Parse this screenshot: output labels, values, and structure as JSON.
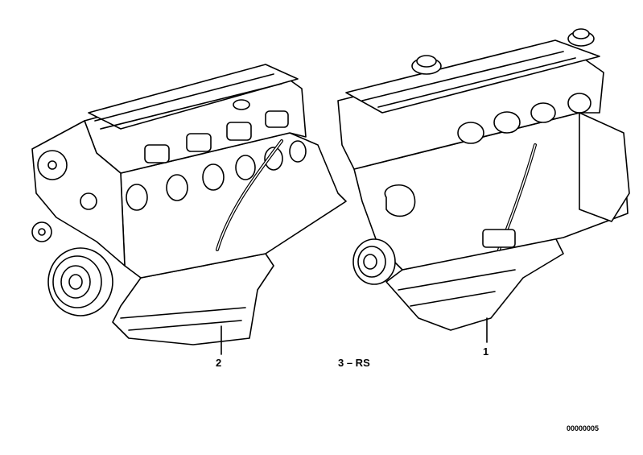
{
  "callouts": {
    "part_1": "1",
    "part_2": "2",
    "part_3": "3 – RS"
  },
  "catalog_number": "00000005",
  "colors": {
    "line": "#000000",
    "background": "#ffffff"
  }
}
